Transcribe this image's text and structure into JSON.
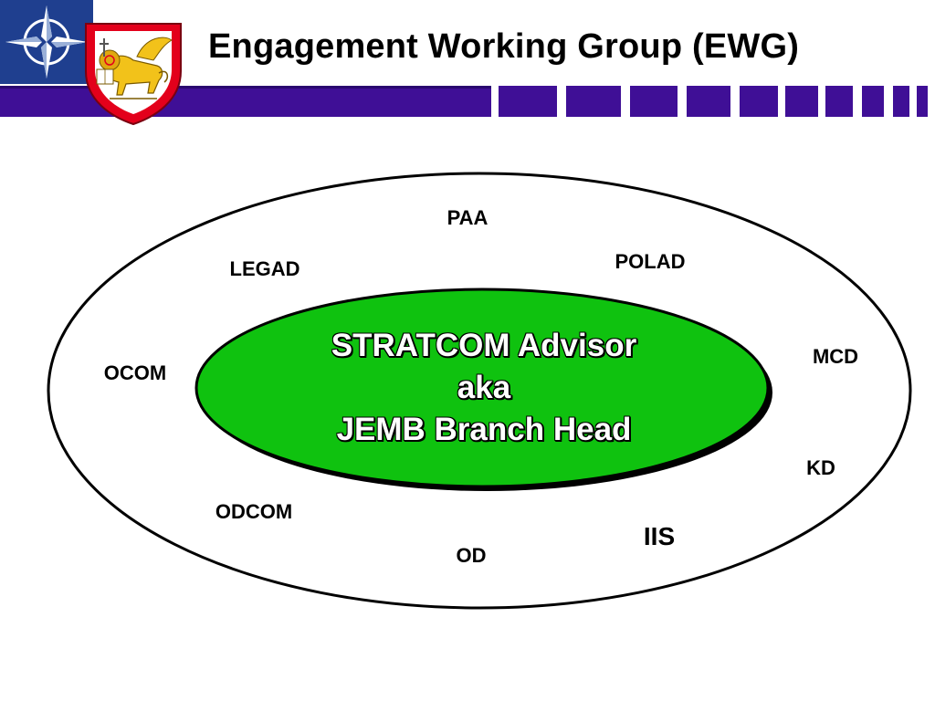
{
  "header": {
    "title": "Engagement Working Group (EWG)",
    "colors": {
      "bar": "#3f0f96",
      "nato_blue": "#1f3f8f",
      "crest_red": "#e3001b",
      "lion_yellow": "#f2c21a"
    }
  },
  "diagram": {
    "center": {
      "lines": [
        "STRATCOM Advisor",
        "aka",
        "JEMB Branch Head"
      ],
      "fill_color": "#0fc20f"
    },
    "members": {
      "paa": "PAA",
      "polad": "POLAD",
      "legad": "LEGAD",
      "ocom": "OCOM",
      "mcd": "MCD",
      "kd": "KD",
      "odcom": "ODCOM",
      "iis": "IIS",
      "od": "OD"
    }
  }
}
